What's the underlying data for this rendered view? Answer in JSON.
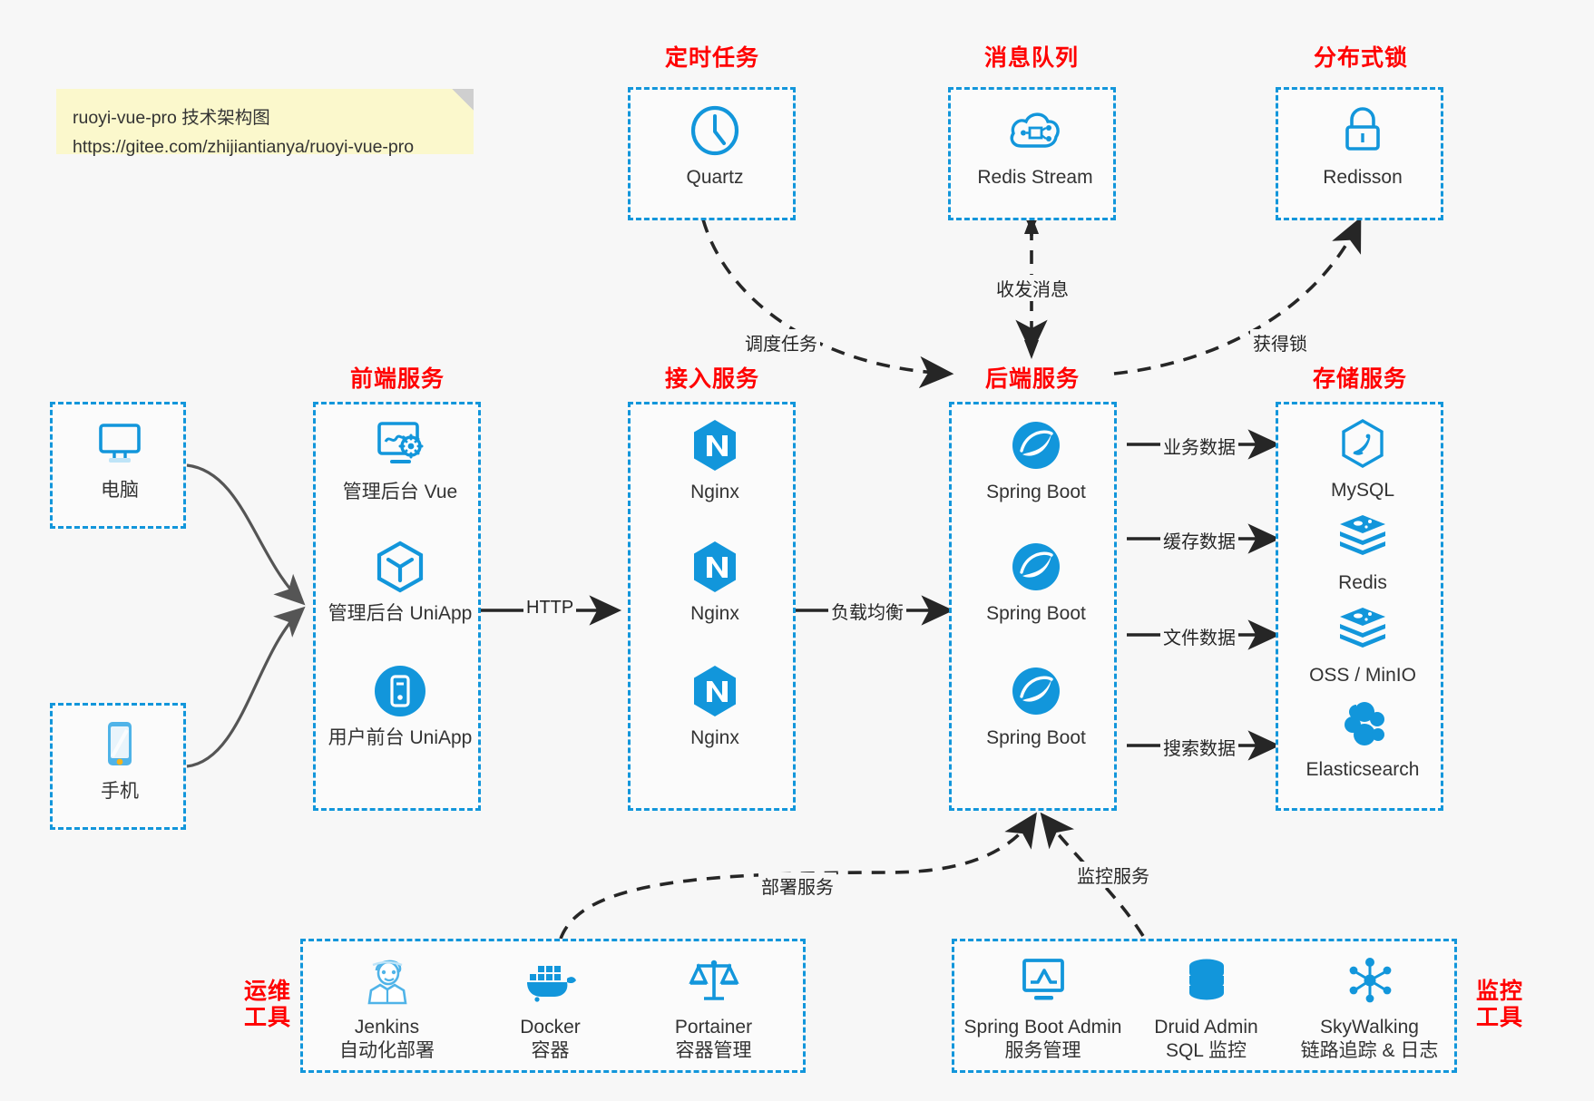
{
  "note": {
    "line1": "ruoyi-vue-pro 技术架构图",
    "line2": "https://gitee.com/zhijiantianya/ruoyi-vue-pro"
  },
  "colors": {
    "group_border": "#1296db",
    "group_title": "#ff0000",
    "icon_blue": "#1296db",
    "arrow": "#262626",
    "canvas": "#f7f7f7",
    "note_bg": "#fbf8cc"
  },
  "groups": {
    "scheduler": {
      "title": "定时任务",
      "nodes": [
        {
          "label": "Quartz",
          "icon": "clock-icon"
        }
      ]
    },
    "mq": {
      "title": "消息队列",
      "nodes": [
        {
          "label": "Redis Stream",
          "icon": "cloud-stream-icon"
        }
      ]
    },
    "lock": {
      "title": "分布式锁",
      "nodes": [
        {
          "label": "Redisson",
          "icon": "lock-icon"
        }
      ]
    },
    "clients": {
      "pc": {
        "label": "电脑",
        "icon": "desktop-icon"
      },
      "mobile": {
        "label": "手机",
        "icon": "phone-icon"
      }
    },
    "frontend": {
      "title": "前端服务",
      "nodes": [
        {
          "label": "管理后台 Vue",
          "icon": "dashboard-icon"
        },
        {
          "label": "管理后台 UniApp",
          "icon": "uniapp-cube-icon"
        },
        {
          "label": "用户前台 UniApp",
          "icon": "app-round-icon"
        }
      ]
    },
    "gateway": {
      "title": "接入服务",
      "nodes": [
        {
          "label": "Nginx",
          "icon": "nginx-icon"
        },
        {
          "label": "Nginx",
          "icon": "nginx-icon"
        },
        {
          "label": "Nginx",
          "icon": "nginx-icon"
        }
      ]
    },
    "backend": {
      "title": "后端服务",
      "nodes": [
        {
          "label": "Spring Boot",
          "icon": "spring-boot-icon"
        },
        {
          "label": "Spring Boot",
          "icon": "spring-boot-icon"
        },
        {
          "label": "Spring Boot",
          "icon": "spring-boot-icon"
        }
      ]
    },
    "storage": {
      "title": "存储服务",
      "nodes": [
        {
          "label": "MySQL",
          "icon": "mysql-icon"
        },
        {
          "label": "Redis",
          "icon": "redis-icon"
        },
        {
          "label": "OSS / MinIO",
          "icon": "oss-minio-icon"
        },
        {
          "label": "Elasticsearch",
          "icon": "elasticsearch-icon"
        }
      ]
    },
    "devops": {
      "title": "运维\n工具",
      "title_line1": "运维",
      "title_line2": "工具",
      "nodes": [
        {
          "label": "Jenkins",
          "sub": "自动化部署",
          "icon": "jenkins-icon"
        },
        {
          "label": "Docker",
          "sub": "容器",
          "icon": "docker-icon"
        },
        {
          "label": "Portainer",
          "sub": "容器管理",
          "icon": "portainer-scale-icon"
        }
      ]
    },
    "monitor": {
      "title_line1": "监控",
      "title_line2": "工具",
      "nodes": [
        {
          "label": "Spring Boot Admin",
          "sub": "服务管理",
          "icon": "monitor-chart-icon"
        },
        {
          "label": "Druid Admin",
          "sub": "SQL 监控",
          "icon": "database-icon"
        },
        {
          "label": "SkyWalking",
          "sub": "链路追踪 & 日志",
          "icon": "skywalking-icon"
        }
      ]
    }
  },
  "edges": [
    {
      "id": "pc-to-frontend",
      "label": "",
      "style": "solid"
    },
    {
      "id": "mobile-to-frontend",
      "label": "",
      "style": "solid"
    },
    {
      "id": "frontend-to-gateway",
      "label": "HTTP",
      "style": "solid"
    },
    {
      "id": "gateway-to-backend",
      "label": "负载均衡",
      "style": "solid"
    },
    {
      "id": "quartz-to-backend",
      "label": "调度任务",
      "style": "dashed"
    },
    {
      "id": "mq-backend-bidir",
      "label": "收发消息",
      "style": "dashed"
    },
    {
      "id": "backend-to-lock",
      "label": "获得锁",
      "style": "dashed"
    },
    {
      "id": "backend-to-mysql",
      "label": "业务数据",
      "style": "solid"
    },
    {
      "id": "backend-to-redis",
      "label": "缓存数据",
      "style": "solid"
    },
    {
      "id": "backend-to-oss",
      "label": "文件数据",
      "style": "solid"
    },
    {
      "id": "backend-to-es",
      "label": "搜索数据",
      "style": "solid"
    },
    {
      "id": "devops-to-backend",
      "label": "部署服务",
      "style": "dashed"
    },
    {
      "id": "monitor-to-backend",
      "label": "监控服务",
      "style": "dashed"
    }
  ]
}
